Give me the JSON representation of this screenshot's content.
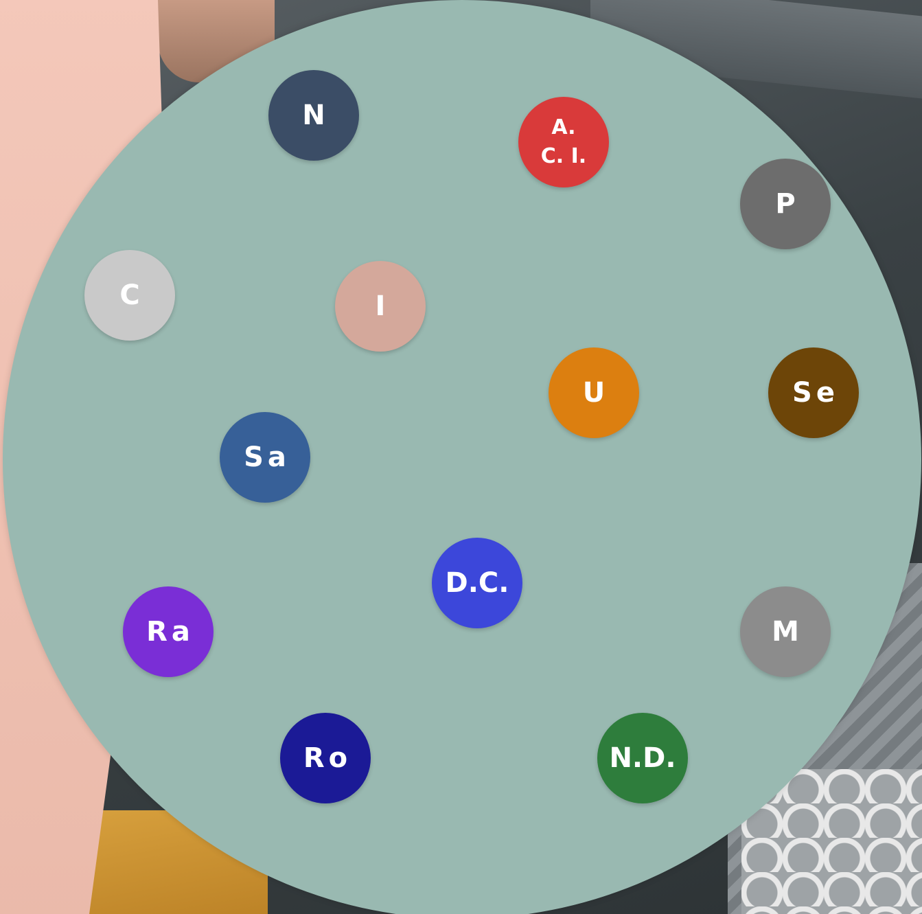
{
  "bubbles": [
    {
      "label": "N",
      "color": "#3b4d66"
    },
    {
      "label": "A.\nC. I.",
      "color": "#d93a3a"
    },
    {
      "label": "P",
      "color": "#6d6d6d"
    },
    {
      "label": "C",
      "color": "#c9c9c9"
    },
    {
      "label": "I",
      "color": "#d4a89b"
    },
    {
      "label": "U",
      "color": "#dc7f10"
    },
    {
      "label": "Se",
      "color": "#6d4508"
    },
    {
      "label": "Sa",
      "color": "#376098"
    },
    {
      "label": "D.C.",
      "color": "#3c47da"
    },
    {
      "label": "Ra",
      "color": "#7a2ed6"
    },
    {
      "label": "M",
      "color": "#8c8c8c"
    },
    {
      "label": "Ro",
      "color": "#1b1a96"
    },
    {
      "label": "N.D.",
      "color": "#2e7d3c"
    }
  ]
}
